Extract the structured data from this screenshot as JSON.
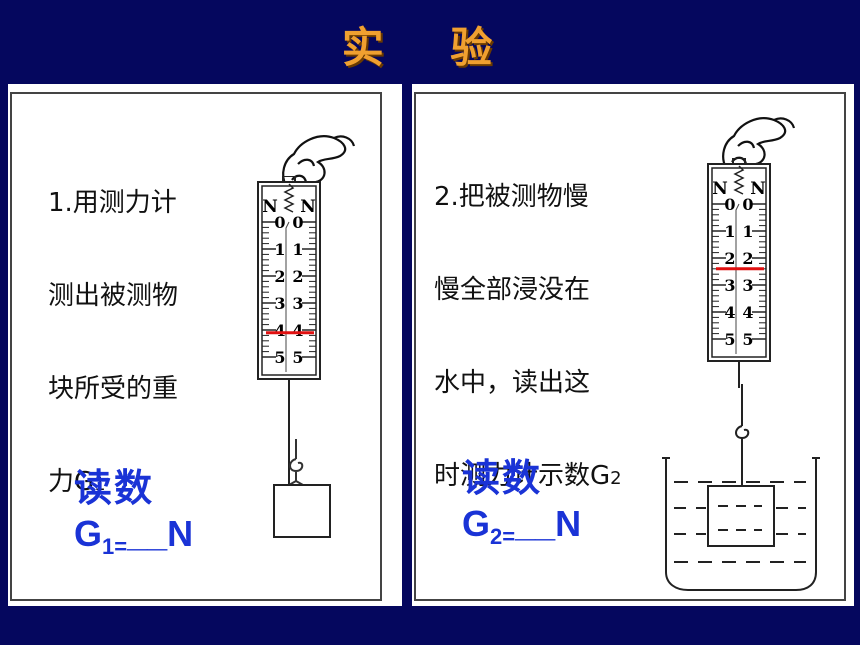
{
  "title": "实 验",
  "panels": [
    {
      "step_lines": [
        "1.用测力计",
        "测出被测物",
        "块所受的重",
        "力G"
      ],
      "step_sub": "1",
      "read_label": "读数",
      "read_eq_main": "G",
      "read_eq_sub": "1=",
      "read_eq_tail": "__N",
      "scale_header": [
        "N",
        "N"
      ],
      "scale_marks": [
        "0",
        "1",
        "2",
        "3",
        "4",
        "5"
      ],
      "reading_value": 4.1
    },
    {
      "step_lines": [
        "2.把被测物慢",
        "慢全部浸没在",
        "水中，读出这",
        "时测力计示数G"
      ],
      "step_sub": "2",
      "read_label": "读数",
      "read_eq_main": "G",
      "read_eq_sub": "2=",
      "read_eq_tail": "__N",
      "scale_header": [
        "N",
        "N"
      ],
      "scale_marks": [
        "0",
        "1",
        "2",
        "3",
        "4",
        "5"
      ],
      "reading_value": 2.4
    }
  ],
  "colors": {
    "background": "#05075e",
    "title": "#f0a030",
    "reading_text": "#1a33d6",
    "marker": "#e01010"
  }
}
